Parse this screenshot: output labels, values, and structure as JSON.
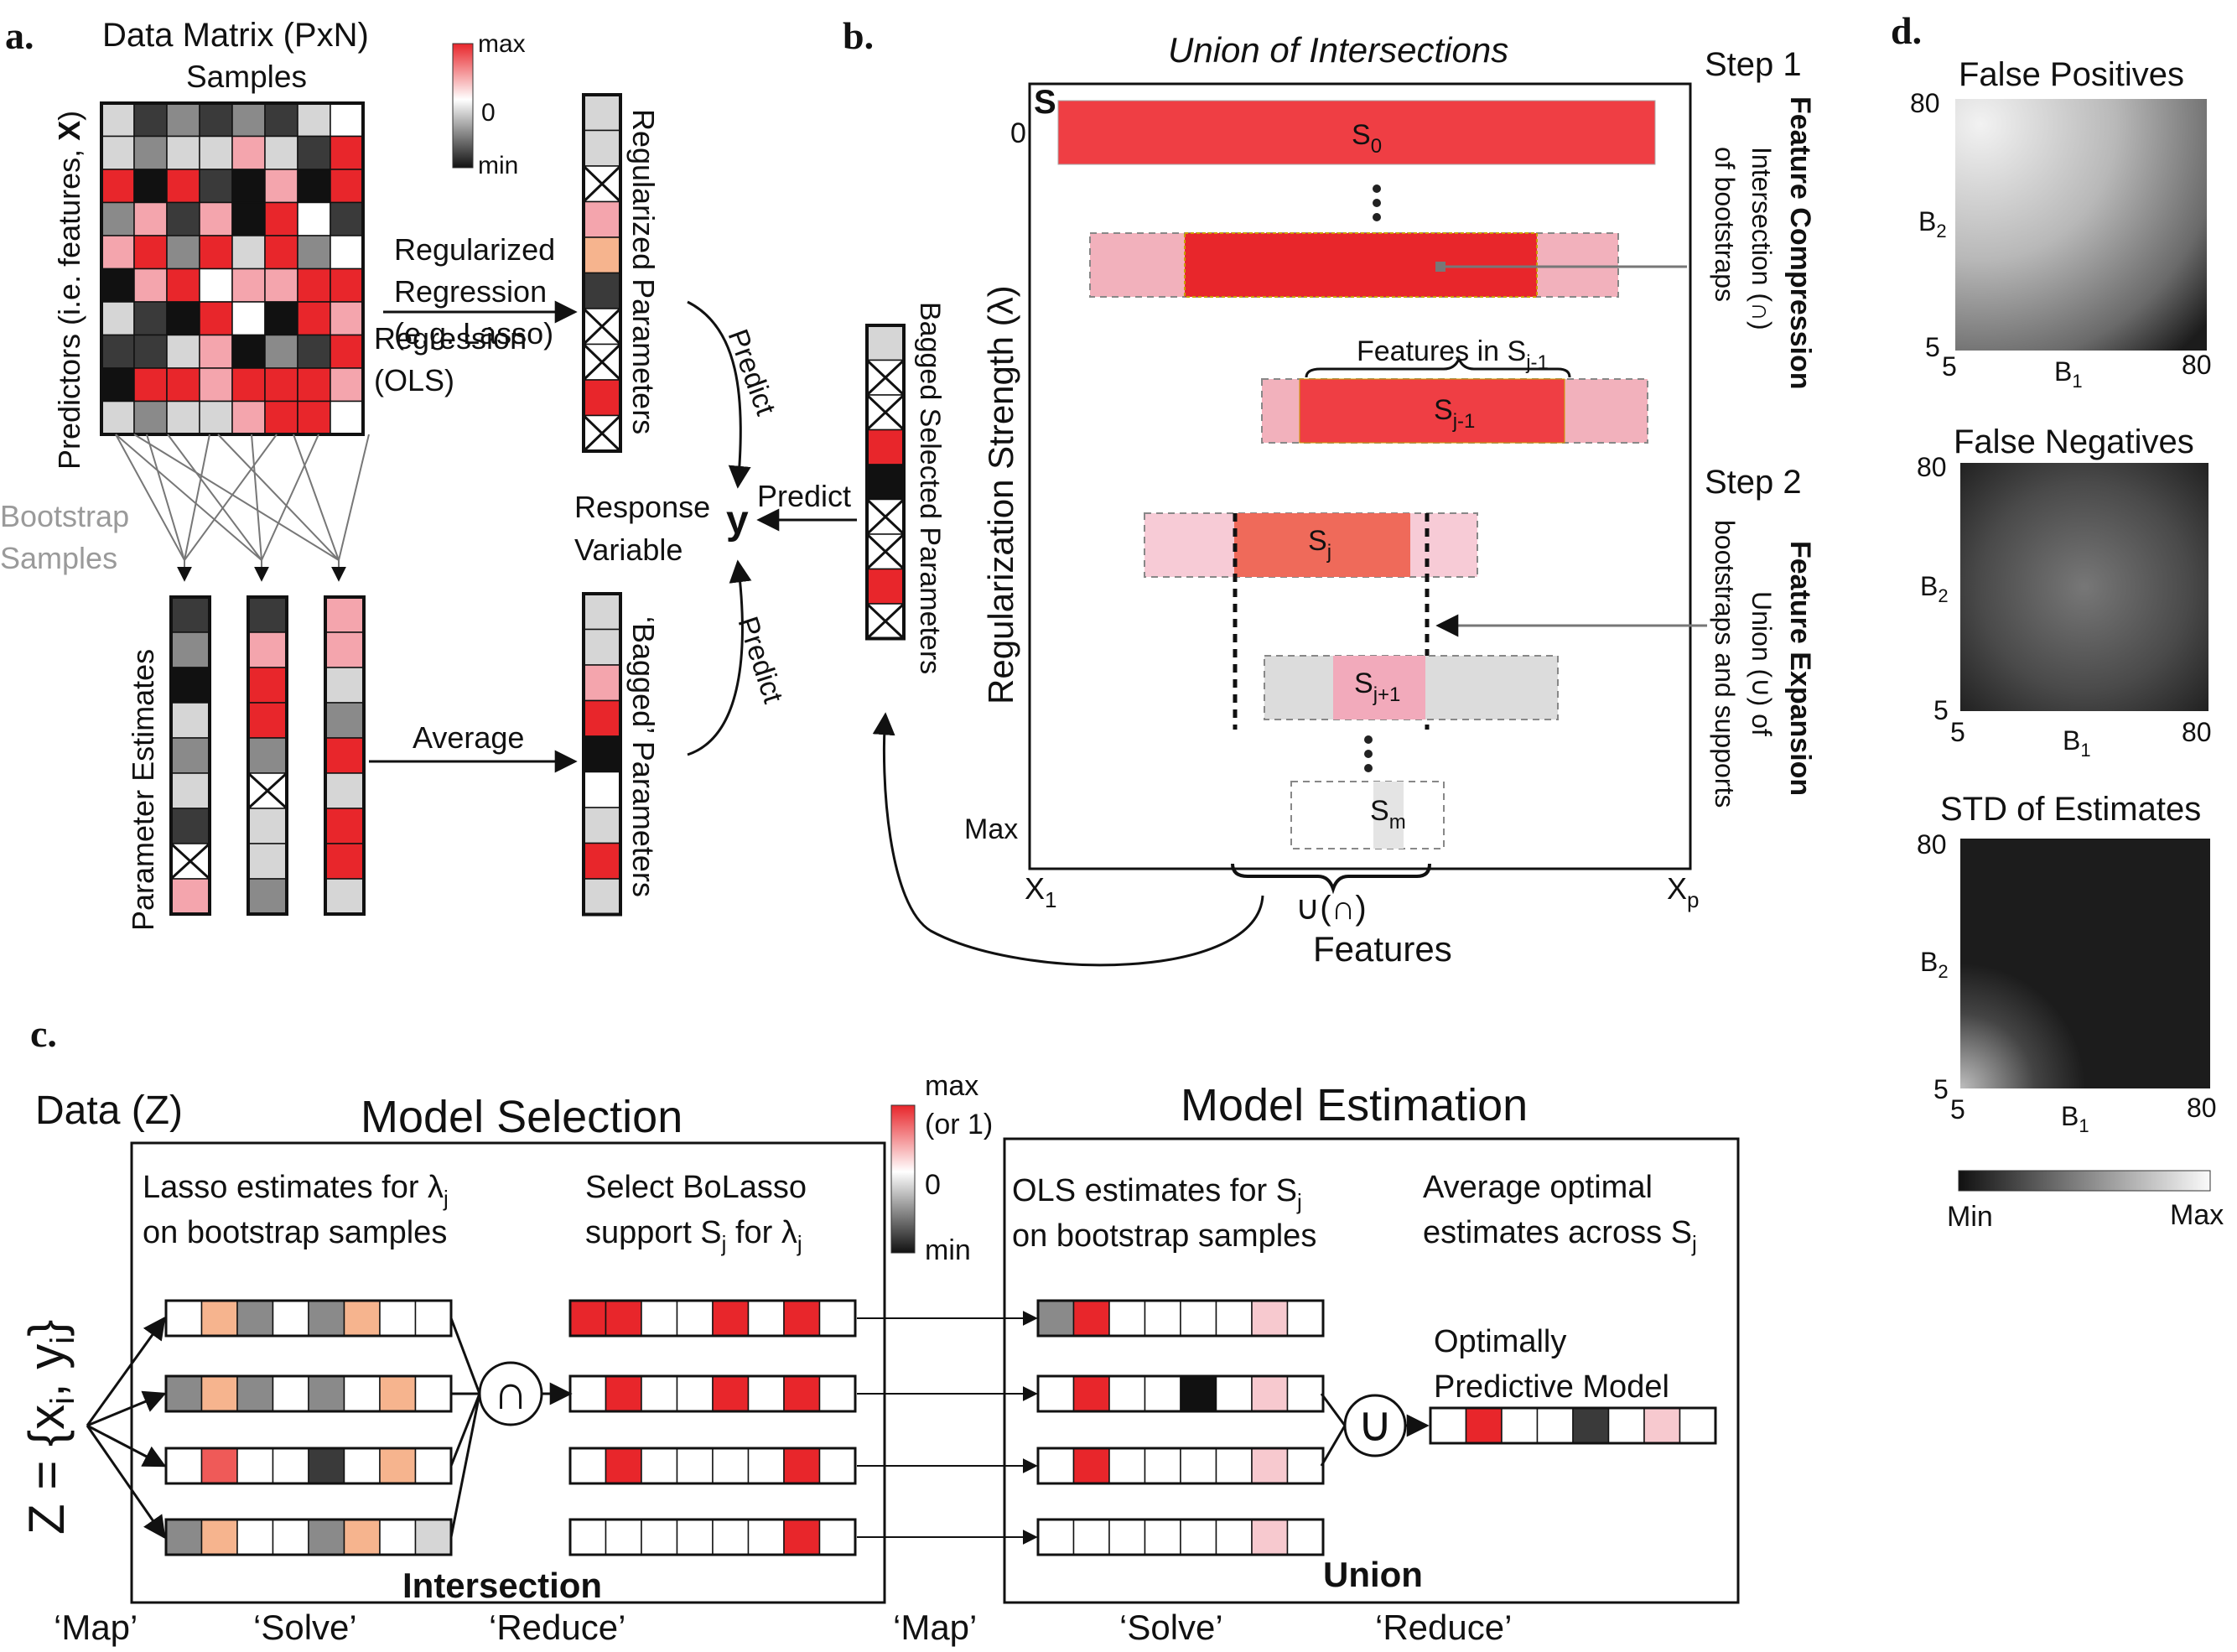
{
  "panel_labels": {
    "a": "a.",
    "b": "b.",
    "c": "c.",
    "d": "d."
  },
  "colors": {
    "red": "#e8262b",
    "red_mid": "#ef5a58",
    "pink": "#f4a5ad",
    "pink_light": "#f7c9cf",
    "peach": "#f6b48e",
    "grey_dark": "#3a3a3a",
    "grey_mid": "#8a8a8a",
    "grey_light": "#d6d6d6",
    "black": "#111111"
  },
  "panel_a": {
    "title": "Data Matrix (PxN)",
    "samples": "Samples",
    "predictors": "Predictors (i.e. features, ",
    "predictors_x": "X",
    "predictors_end": ")",
    "bootstrap_1": "Bootstrap",
    "bootstrap_2": "Samples",
    "regularized_1": "Regularized",
    "regularized_2": "Regression",
    "regularized_3": "(e.g. Lasso)",
    "regression_1": "Regression",
    "regression_2": "(OLS)",
    "param_estimates": "Parameter Estimates",
    "average": "Average",
    "regularized_params": "Regularized Parameters",
    "bagged_params": "‘Bagged’ Parameters",
    "predict_top": "Predict",
    "predict_bottom": "Predict",
    "predict_mid": "Predict",
    "response_1": "Response",
    "response_2": "Variable",
    "y": "y",
    "bagged_selected": "Bagged Selected Parameters",
    "scale_max": "max",
    "scale_zero": "0",
    "scale_min": "min"
  },
  "panel_b": {
    "title": "Union of Intersections",
    "s_label": "S",
    "step1": "Step 1",
    "step2": "Step 2",
    "compression": "Feature Compression",
    "intersection_1": "Intersection (∩)",
    "intersection_2": "of bootstraps",
    "expansion": "Feature Expansion",
    "union_1": "Union (∪) of",
    "union_2": "bootstraps and supports",
    "y_axis": "Regularization Strength (λ)",
    "zero": "0",
    "max": "Max",
    "x1": "X",
    "x1_sub": "1",
    "xp": "X",
    "xp_sub": "p",
    "features_in": "Features in S",
    "features_in_sub": "j-1",
    "union_int": "∪(∩)",
    "features": "Features",
    "s0": "S",
    "s0_sub": "0",
    "sj1": "S",
    "sj1_sub": "j-1",
    "sj": "S",
    "sj_sub": "j",
    "sjp": "S",
    "sjp_sub": "j+1",
    "sm": "S",
    "sm_sub": "m",
    "dots": "•\n•\n•"
  },
  "panel_c": {
    "data": "Data (Z)",
    "z_eq": "Z = {x",
    "z_i": "i",
    "z_mid": ", y",
    "z_i2": "i",
    "z_end": "}",
    "model_selection": "Model Selection",
    "model_estimation": "Model Estimation",
    "lasso_1": "Lasso estimates for  λ",
    "lasso_1_sub": "j",
    "lasso_2": "on bootstrap samples",
    "select_1": "Select BoLasso",
    "select_2a": "support S",
    "select_2_sub": "j",
    "select_2b": " for  λ",
    "select_2_sub2": "j",
    "ols_1a": "OLS estimates for  S",
    "ols_1_sub": "j",
    "ols_2": "on bootstrap samples",
    "avg_1": "Average optimal",
    "avg_2a": "estimates across S",
    "avg_2_sub": "j",
    "optimal_1": "Optimally",
    "optimal_2": "Predictive Model",
    "intersection": "Intersection",
    "union": "Union",
    "cap": "∩",
    "cup": "∪",
    "map1": "‘Map’",
    "solve1": "‘Solve’",
    "reduce1": "‘Reduce’",
    "map2": "‘Map’",
    "solve2": "‘Solve’",
    "reduce2": "‘Reduce’",
    "scale_max": "max",
    "scale_or1": "(or 1)",
    "scale_zero": "0",
    "scale_min": "min"
  },
  "panel_d": {
    "fp": "False Positives",
    "fn": "False Negatives",
    "std": "STD of Estimates",
    "b1": "B",
    "b1_sub": "1",
    "b2": "B",
    "b2_sub": "2",
    "tick_80": "80",
    "tick_5": "5",
    "min": "Min",
    "max": "Max"
  }
}
